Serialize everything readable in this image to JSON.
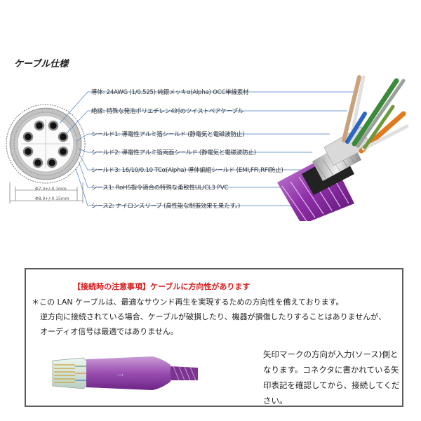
{
  "spec": {
    "title": "ケーブル仕様",
    "labels": [
      "導体: 24AWG (1/0.525) 純銀メッキα(Alpha) OCC単線素材",
      "絶縁: 特殊な発泡ポリエチレン4対のツイストペアケーブル",
      "シールド1: 導電性アルミ箔シールド (静電気と電磁波防止)",
      "シールド2: 導電性アルミ箔両面シールド (静電気と電磁波防止)",
      "シールド3: 16/10/0.10 TCα(Alpha) 導体編組シールド (EMI,FFI,RFI防止)",
      "シース1: RoHS指令適合の特殊な柔軟性UL/CL3 PVC",
      "シース2: ナイロンスリーブ (高性能な制振効果を果たす。)"
    ],
    "dims": [
      "Φ7.3+/-0.1mm",
      "Φ8.0+/-0.15mm"
    ]
  },
  "notice": {
    "title": "【接続時の注意事項】ケーブルに方向性があります",
    "line1": "＊この LAN ケーブルは、最適なサウンド再生を実現するための方向性を備えております。",
    "line2": "逆方向に接続されている場合、ケーブルが破損したり、機器が損傷したりすることはありませんが、",
    "line3": "オーディオ信号は最適ではありません。",
    "arrow_note": "矢印マークの方向が入力(ソース)側となります。コネクタに書かれている矢印表記を確認してから、接続してください。"
  }
}
